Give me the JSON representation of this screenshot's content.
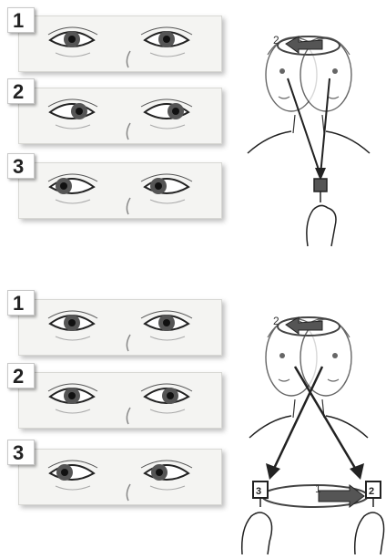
{
  "top_group": {
    "panels": [
      {
        "number": "1",
        "gaze": "center"
      },
      {
        "number": "2",
        "gaze": "right"
      },
      {
        "number": "3",
        "gaze": "left"
      }
    ],
    "figure": {
      "head_arrow_label": "2",
      "target_count": 1
    }
  },
  "bottom_group": {
    "panels": [
      {
        "number": "1",
        "gaze": "center"
      },
      {
        "number": "2",
        "gaze": "center"
      },
      {
        "number": "3",
        "gaze": "left"
      }
    ],
    "figure": {
      "head_arrow_label": "2",
      "hand_arrow_label": "1",
      "left_target_label": "3",
      "right_target_label": "2"
    }
  },
  "colors": {
    "line": "#222222",
    "arrow_fill": "#555555",
    "panel_bg": "#f4f4f2",
    "badge_bg": "#ffffff"
  }
}
